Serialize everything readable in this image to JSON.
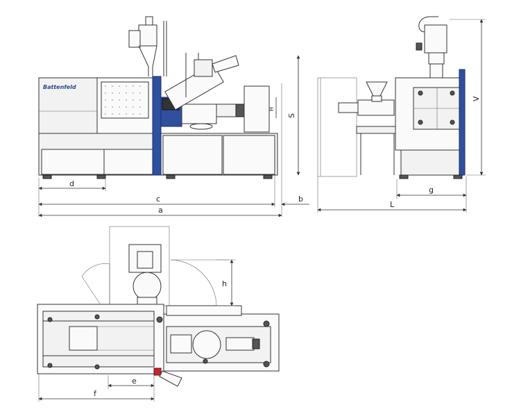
{
  "brand": {
    "name": "Battenfeld",
    "color": "#2a4a8c"
  },
  "accent_color": "#2f4f9f",
  "dimensions": {
    "a": "a",
    "b": "b",
    "c": "c",
    "d": "d",
    "e": "e",
    "f": "f",
    "g": "g",
    "h": "h",
    "L": "L",
    "S": "S",
    "V": "V",
    "H": "H"
  }
}
